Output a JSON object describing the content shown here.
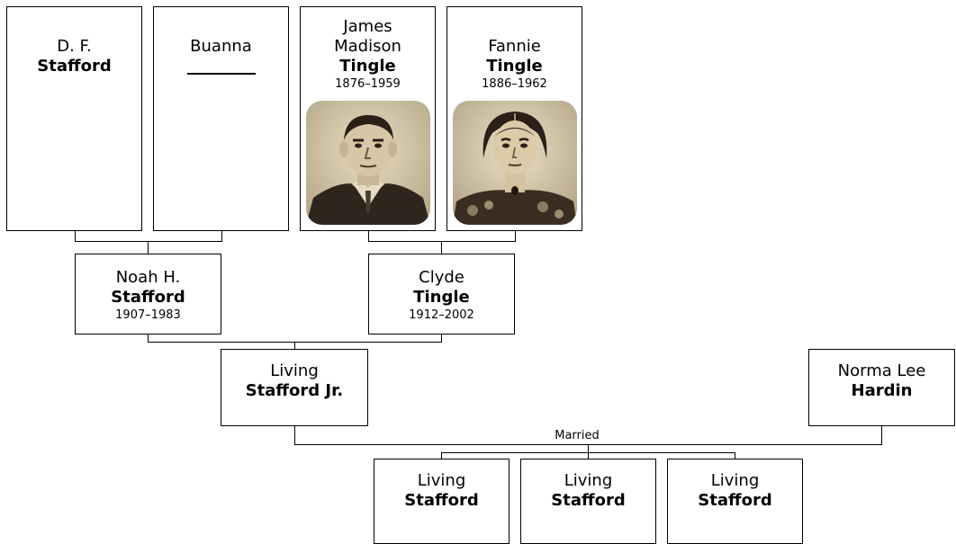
{
  "people": {
    "df_stafford": {
      "given": "D. F.",
      "surname": "Stafford"
    },
    "buanna": {
      "given": "Buanna",
      "surname": ""
    },
    "james_tingle": {
      "given_line1": "James",
      "given_line2": "Madison",
      "surname": "Tingle",
      "dates": "1876–1959"
    },
    "fannie_tingle": {
      "given": "Fannie",
      "surname": "Tingle",
      "dates": "1886–1962"
    },
    "noah_stafford": {
      "given": "Noah H.",
      "surname": "Stafford",
      "dates": "1907–1983"
    },
    "clyde_tingle": {
      "given": "Clyde",
      "surname": "Tingle",
      "dates": "1912–2002"
    },
    "living_stafford_jr": {
      "given": "Living",
      "surname": "Stafford Jr."
    },
    "norma_hardin": {
      "given": "Norma Lee",
      "surname": "Hardin"
    },
    "children": [
      {
        "given": "Living",
        "surname": "Stafford"
      },
      {
        "given": "Living",
        "surname": "Stafford"
      },
      {
        "given": "Living",
        "surname": "Stafford"
      }
    ]
  },
  "relationship_label": "Married",
  "colors": {
    "photo_sepia_light": "#efe3c8",
    "photo_sepia_dark": "#2a2018"
  }
}
